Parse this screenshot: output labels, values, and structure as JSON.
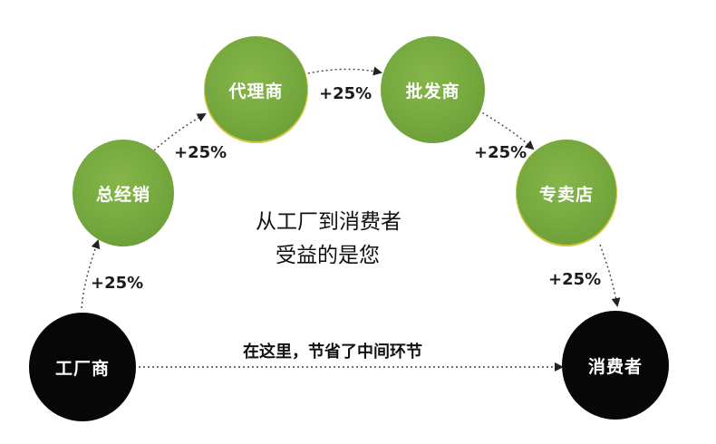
{
  "nodes": {
    "factory": "工厂商",
    "distributor": "总经销",
    "agent": "代理商",
    "wholesaler": "批发商",
    "store": "专卖店",
    "consumer": "消费者"
  },
  "increments": {
    "factory_to_distributor": "+25%",
    "distributor_to_agent": "+25%",
    "agent_to_wholesaler": "+25%",
    "wholesaler_to_store": "+25%",
    "store_to_consumer": "+25%"
  },
  "center": {
    "line1": "从工厂到消费者",
    "line2": "受益的是您"
  },
  "direct_path_label": "在这里，节省了中间环节",
  "colors": {
    "node_green": "#6fa33a",
    "node_black": "#070707",
    "arrow": "#333333"
  }
}
